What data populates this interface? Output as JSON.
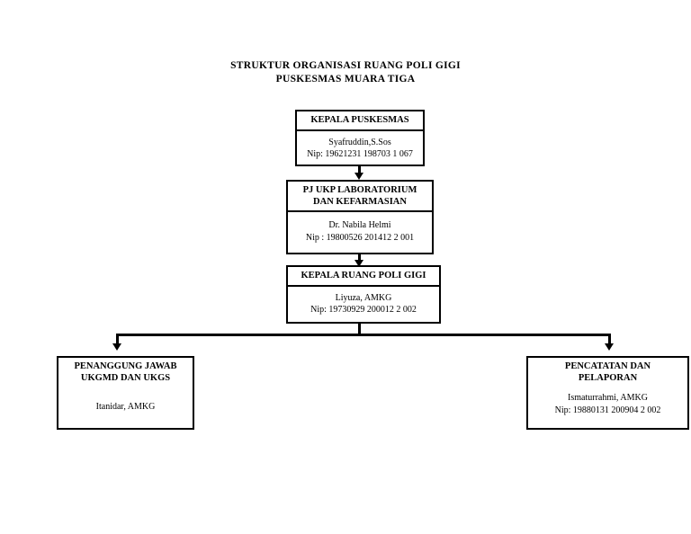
{
  "title": {
    "line1": "STRUKTUR ORGANISASI RUANG POLI GIGI",
    "line2": "PUSKESMAS MUARA TIGA"
  },
  "nodes": {
    "kepala_puskesmas": {
      "title": "KEPALA PUSKESMAS",
      "name": "Syafruddin,S.Sos",
      "nip": "Nip: 19621231 198703 1 067"
    },
    "pj_ukp": {
      "title_line1": "PJ UKP LABORATORIUM",
      "title_line2": "DAN KEFARMASIAN",
      "name": "Dr. Nabila Helmi",
      "nip": "Nip : 19800526 201412 2 001"
    },
    "kepala_ruang_poli_gigi": {
      "title": "KEPALA RUANG POLI GIGI",
      "name": "Liyuza, AMKG",
      "nip": "Nip: 19730929 200012 2 002"
    },
    "penanggung_jawab_ukgmd_ukgs": {
      "title_line1": "PENANGGUNG JAWAB",
      "title_line2": "UKGMD DAN UKGS",
      "name": "Itanidar, AMKG"
    },
    "pencatatan_pelaporan": {
      "title_line1": "PENCATATAN DAN",
      "title_line2": "PELAPORAN",
      "name": "Ismaturrahmi, AMKG",
      "nip": "Nip: 19880131 200904 2 002"
    }
  },
  "colors": {
    "line": "#000000",
    "background": "#ffffff",
    "text": "#000000"
  }
}
